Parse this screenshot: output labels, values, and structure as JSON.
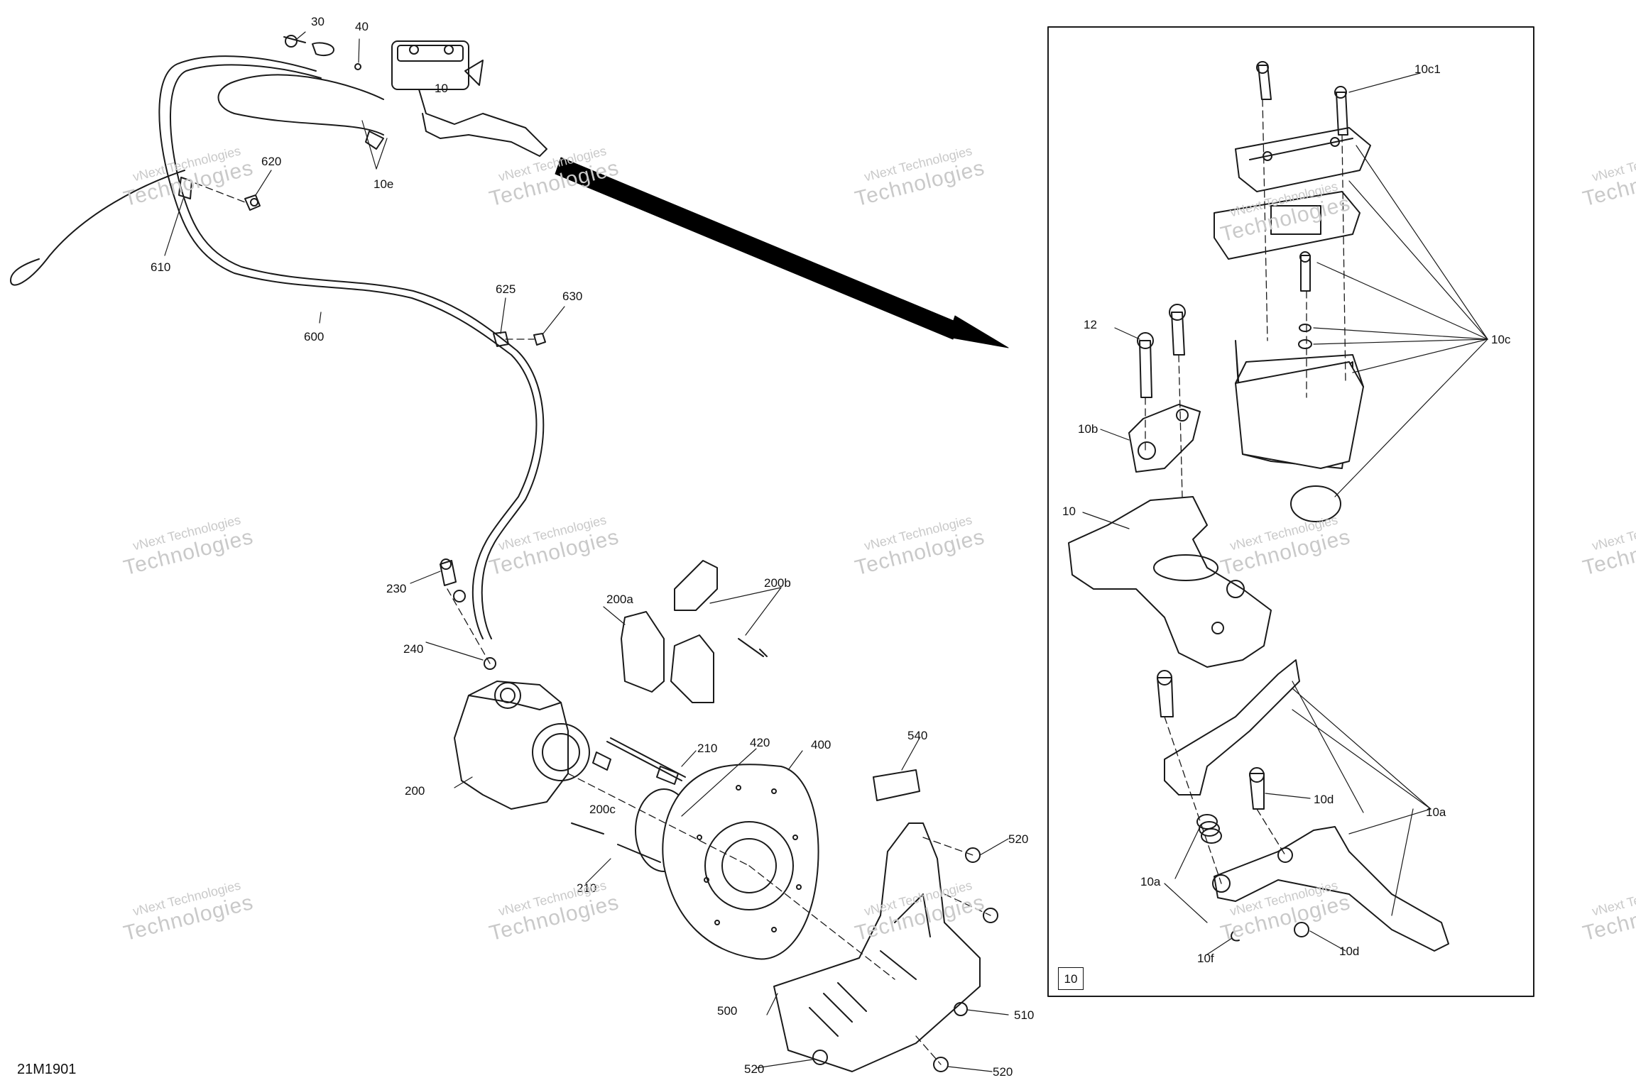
{
  "diagram_code": "21M1901",
  "detail_box_label": "10",
  "watermark": {
    "line1": "vNext Technologies",
    "line2": "Technologies"
  },
  "callouts": {
    "c30": "30",
    "c40": "40",
    "c10": "10",
    "c10e": "10e",
    "c620": "620",
    "c610": "610",
    "c600": "600",
    "c625": "625",
    "c630": "630",
    "c230": "230",
    "c240": "240",
    "c200a": "200a",
    "c200b": "200b",
    "c200": "200",
    "c200c": "200c",
    "c210a": "210",
    "c210b": "210",
    "c420": "420",
    "c400": "400",
    "c540": "540",
    "c520a": "520",
    "c520b": "520",
    "c520c": "520",
    "c500": "500",
    "c510": "510",
    "d10c1": "10c1",
    "d10c": "10c",
    "d12": "12",
    "d10b": "10b",
    "d10": "10",
    "d10d1": "10d",
    "d10a1": "10a",
    "d10a2": "10a",
    "d10f": "10f",
    "d10d2": "10d"
  }
}
